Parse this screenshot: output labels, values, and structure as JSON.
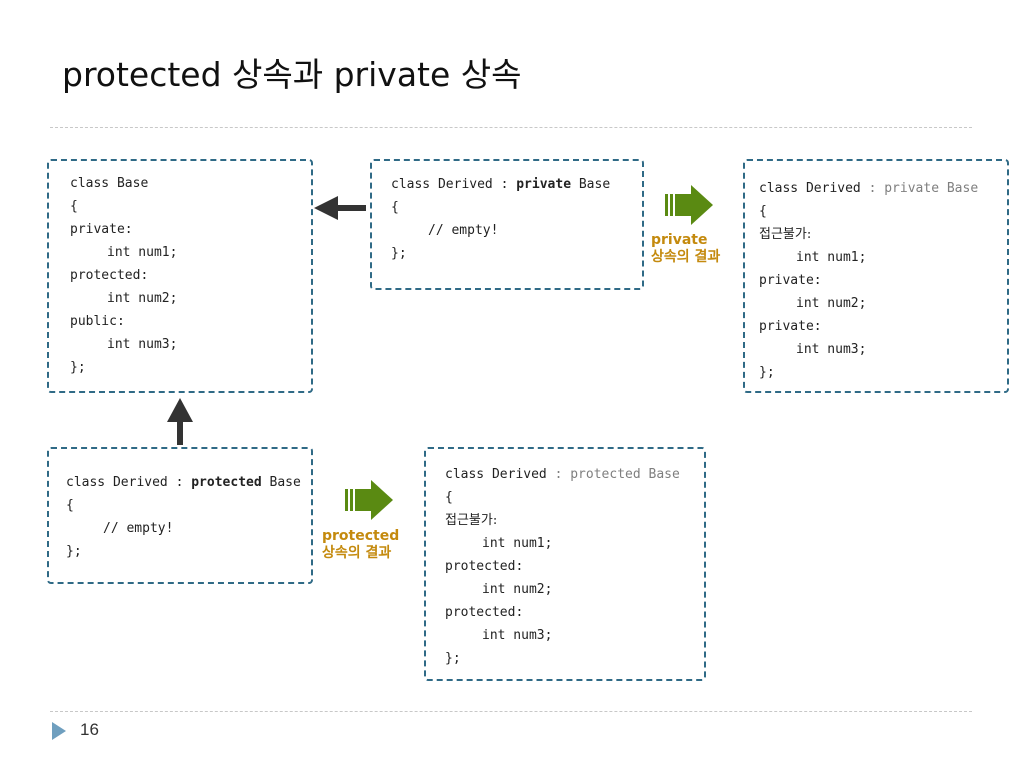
{
  "slide": {
    "title": "protected 상속과 private 상속",
    "page_number": "16"
  },
  "base_box": {
    "l1": "class Base",
    "l2": "{",
    "l3": "private:",
    "l4": "int num1;",
    "l5": "protected:",
    "l6": "int num2;",
    "l7": "public:",
    "l8": "int num3;",
    "l9": "};"
  },
  "private_derived": {
    "prefix": "class Derived : ",
    "keyword": "private",
    "suffix": " Base",
    "l2": "{",
    "l3": "// empty!",
    "l4": "};"
  },
  "private_result": {
    "prefix": "class Derived ",
    "gray_part": ": private Base",
    "l2": "{",
    "l3": "접근불가:",
    "l4": "int num1;",
    "l5": "private:",
    "l6": "int num2;",
    "l7": "private:",
    "l8": "int num3;",
    "l9": "};"
  },
  "protected_derived": {
    "prefix": "class Derived : ",
    "keyword": "protected",
    "suffix": " Base",
    "l2": "{",
    "l3": "// empty!",
    "l4": "};"
  },
  "protected_result": {
    "prefix": "class Derived ",
    "gray_part": ": protected Base",
    "l2": "{",
    "l3": "접근불가:",
    "l4": "int num1;",
    "l5": "protected:",
    "l6": "int num2;",
    "l7": "protected:",
    "l8": "int num3;",
    "l9": "};"
  },
  "captions": {
    "private_line1": "private",
    "private_line2": "상속의 결과",
    "protected_line1": "protected",
    "protected_line2": "상속의 결과"
  },
  "colors": {
    "box_border": "#2f6a86",
    "result_arrow": "#5a8a12",
    "caption_text": "#c48a0e",
    "inherit_arrow": "#333333"
  }
}
